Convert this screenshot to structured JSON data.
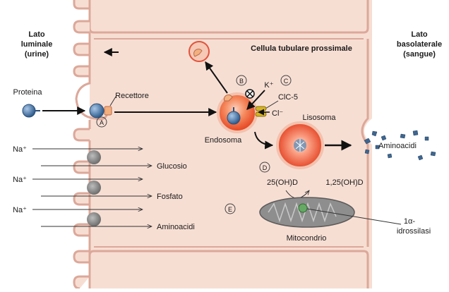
{
  "labels": {
    "luminal_side": [
      "Lato",
      "luminale",
      "(urine)"
    ],
    "basolateral_side": [
      "Lato",
      "basolaterale",
      "(sangue)"
    ],
    "cell_title": "Cellula tubulare prossimale",
    "protein": "Proteina",
    "receptor": "Recettore",
    "endosome": "Endosoma",
    "lysosome": "Lisosoma",
    "k_ion": "K⁺",
    "clc5": "ClC-5",
    "cl_ion": "Cl⁻",
    "amino_acids_out": "Aminoacidi",
    "vitd_precursor": "25(OH)D",
    "vitd_active": "1,25(OH)D",
    "mitochondrion": "Mitocondrio",
    "hydroxylase_line1": "1α-",
    "hydroxylase_line2": "idrossilasi",
    "na_ion": "Na⁺",
    "glucose": "Glucosio",
    "phosphate": "Fosfato",
    "amino_acids_in": "Aminoacidi"
  },
  "step_markers": [
    "A",
    "B",
    "C",
    "D",
    "E"
  ],
  "colors": {
    "background": "#ffffff",
    "cytoplasm": "#f7ded3",
    "membrane": "#dca89a",
    "vesicle": "#f36a3b",
    "receptor": "#f3b07f",
    "protein": "#4d78a8",
    "channel": "#d6b324",
    "hydroxylase": "#65a964",
    "mitochondrion": "#8e8e8e",
    "amino_acid_fragments": "#3e6690",
    "arrows": "#111111"
  },
  "icons": {
    "k_channel": "crossed-circle",
    "clc5_channel": "yellow-pill-channel"
  }
}
